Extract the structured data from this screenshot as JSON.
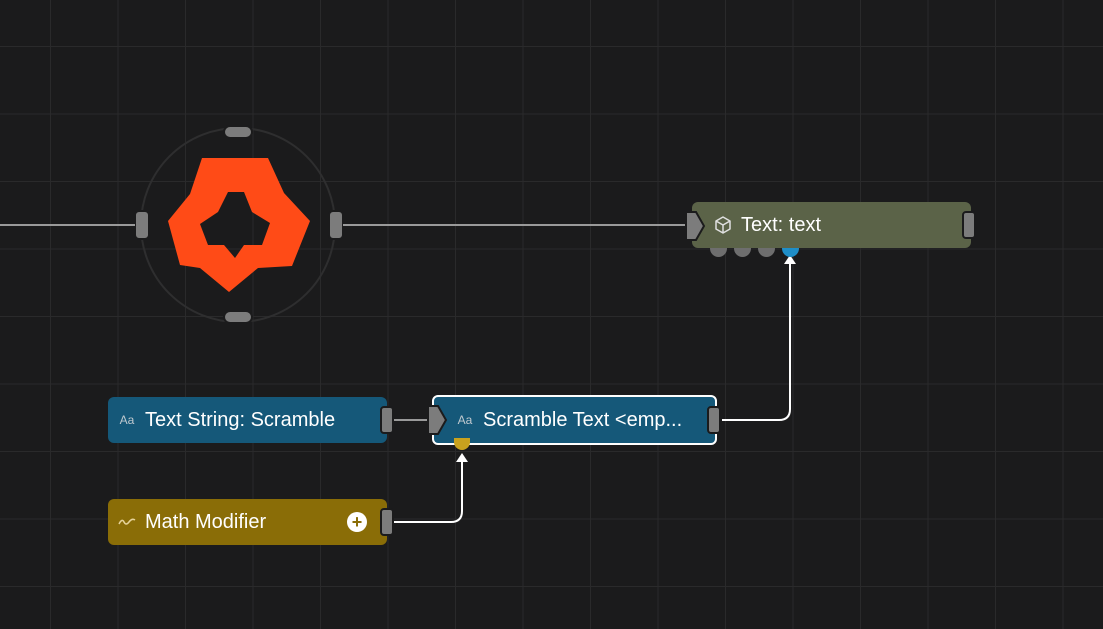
{
  "nodes": {
    "text_node": {
      "label": "Text: text",
      "icon": "cube-icon",
      "color": "#5b6348"
    },
    "text_string_node": {
      "label": "Text String: Scramble",
      "icon": "text-type-icon",
      "icon_text": "Aa",
      "color": "#155879"
    },
    "scramble_node": {
      "label": "Scramble Text <emp...",
      "icon": "text-type-icon",
      "icon_text": "Aa",
      "color": "#155879",
      "selected": true
    },
    "math_node": {
      "label": "Math Modifier",
      "icon": "wave-icon",
      "color": "#8a6d07",
      "add_button": "+"
    }
  },
  "logo": {
    "name": "gear-star-logo",
    "color": "#ff4b17"
  },
  "colors": {
    "background": "#1b1b1c",
    "grid": "#2a2a2b",
    "wire": "#ffffff",
    "input_port_accent": "#c8a21e",
    "output_port_accent": "#1f8ec7"
  }
}
